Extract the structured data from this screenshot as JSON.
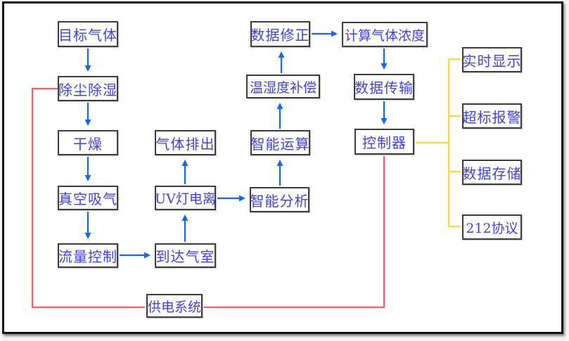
{
  "diagram": {
    "type": "flowchart",
    "colors": {
      "node_text": "#4242d8",
      "node_border": "#3c3c3c",
      "flow_arrow": "#1569e8",
      "power_line": "#f66060",
      "output_line": "#ffd83c",
      "frame_border": "#141414",
      "background": "#ffffff"
    },
    "nodes": [
      {
        "id": "target-gas",
        "label": "目标气体"
      },
      {
        "id": "dust-removal",
        "label": "除尘除湿"
      },
      {
        "id": "drying",
        "label": "干燥"
      },
      {
        "id": "vacuum-suction",
        "label": "真空吸气"
      },
      {
        "id": "flow-control",
        "label": "流量控制"
      },
      {
        "id": "gas-discharge",
        "label": "气体排出"
      },
      {
        "id": "uv-lamp-ionization",
        "label": "UV灯电离"
      },
      {
        "id": "reach-gas-chamber",
        "label": "到达气室"
      },
      {
        "id": "power-supply-system",
        "label": "供电系统"
      },
      {
        "id": "data-correction",
        "label": "数据修正"
      },
      {
        "id": "temp-humidity-compensation",
        "label": "温湿度补偿"
      },
      {
        "id": "intelligent-computation",
        "label": "智能运算"
      },
      {
        "id": "intelligent-analysis",
        "label": "智能分析"
      },
      {
        "id": "calc-gas-concentration",
        "label": "计算气体浓度"
      },
      {
        "id": "data-transmission",
        "label": "数据传输"
      },
      {
        "id": "controller",
        "label": "控制器"
      },
      {
        "id": "realtime-display",
        "label": "实时显示"
      },
      {
        "id": "over-limit-alarm",
        "label": "超标报警"
      },
      {
        "id": "data-storage",
        "label": "数据存储"
      },
      {
        "id": "protocol-212",
        "label": "212协议"
      }
    ],
    "edges": {
      "flow": [
        {
          "from": "target-gas",
          "to": "dust-removal"
        },
        {
          "from": "dust-removal",
          "to": "drying"
        },
        {
          "from": "drying",
          "to": "vacuum-suction"
        },
        {
          "from": "vacuum-suction",
          "to": "flow-control"
        },
        {
          "from": "flow-control",
          "to": "reach-gas-chamber"
        },
        {
          "from": "reach-gas-chamber",
          "to": "uv-lamp-ionization"
        },
        {
          "from": "uv-lamp-ionization",
          "to": "gas-discharge"
        },
        {
          "from": "uv-lamp-ionization",
          "to": "intelligent-analysis"
        },
        {
          "from": "intelligent-analysis",
          "to": "intelligent-computation"
        },
        {
          "from": "intelligent-computation",
          "to": "temp-humidity-compensation"
        },
        {
          "from": "temp-humidity-compensation",
          "to": "data-correction"
        },
        {
          "from": "data-correction",
          "to": "calc-gas-concentration"
        },
        {
          "from": "calc-gas-concentration",
          "to": "data-transmission"
        },
        {
          "from": "data-transmission",
          "to": "controller"
        }
      ],
      "power": [
        {
          "from": "power-supply-system",
          "to": "dust-removal"
        },
        {
          "from": "power-supply-system",
          "to": "controller"
        }
      ],
      "outputs": [
        {
          "from": "controller",
          "to": "realtime-display"
        },
        {
          "from": "controller",
          "to": "over-limit-alarm"
        },
        {
          "from": "controller",
          "to": "data-storage"
        },
        {
          "from": "controller",
          "to": "protocol-212"
        }
      ]
    }
  }
}
